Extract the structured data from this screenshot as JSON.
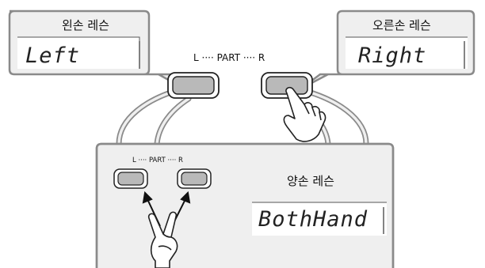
{
  "left_panel": {
    "title": "왼손 레슨",
    "display": "Left"
  },
  "right_panel": {
    "title": "오른손 레슨",
    "display": "Right"
  },
  "both_panel": {
    "title": "양손 레슨",
    "display": "BothHand"
  },
  "part_label_top": "L ···· PART ···· R",
  "part_label_small": "L ···· PART ···· R",
  "colors": {
    "panel_fill": "#efefef",
    "panel_border": "#8a8a8a",
    "button_fill": "#b9b9b9",
    "ink": "#111111"
  },
  "icons": [
    "pressing-finger-icon",
    "two-finger-hand-icon",
    "arrow-icon"
  ]
}
